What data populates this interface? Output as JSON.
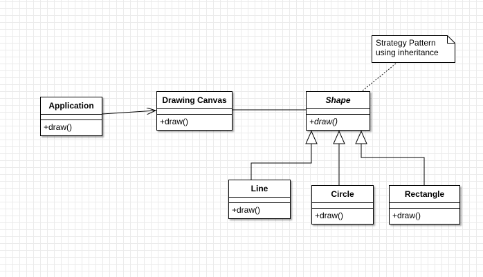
{
  "classes": {
    "application": {
      "name": "Application",
      "operation": "+draw()"
    },
    "drawing_canvas": {
      "name": "Drawing Canvas",
      "operation": "+draw()"
    },
    "shape": {
      "name": "Shape",
      "operation": "+draw()"
    },
    "line": {
      "name": "Line",
      "operation": "+draw()"
    },
    "circle": {
      "name": "Circle",
      "operation": "+draw()"
    },
    "rectangle": {
      "name": "Rectangle",
      "operation": "+draw()"
    }
  },
  "note": {
    "line1": "Strategy Pattern",
    "line2": "using inheritance"
  },
  "colors": {
    "grid": "#ebebeb",
    "stroke": "#000000",
    "fill": "#ffffff"
  }
}
